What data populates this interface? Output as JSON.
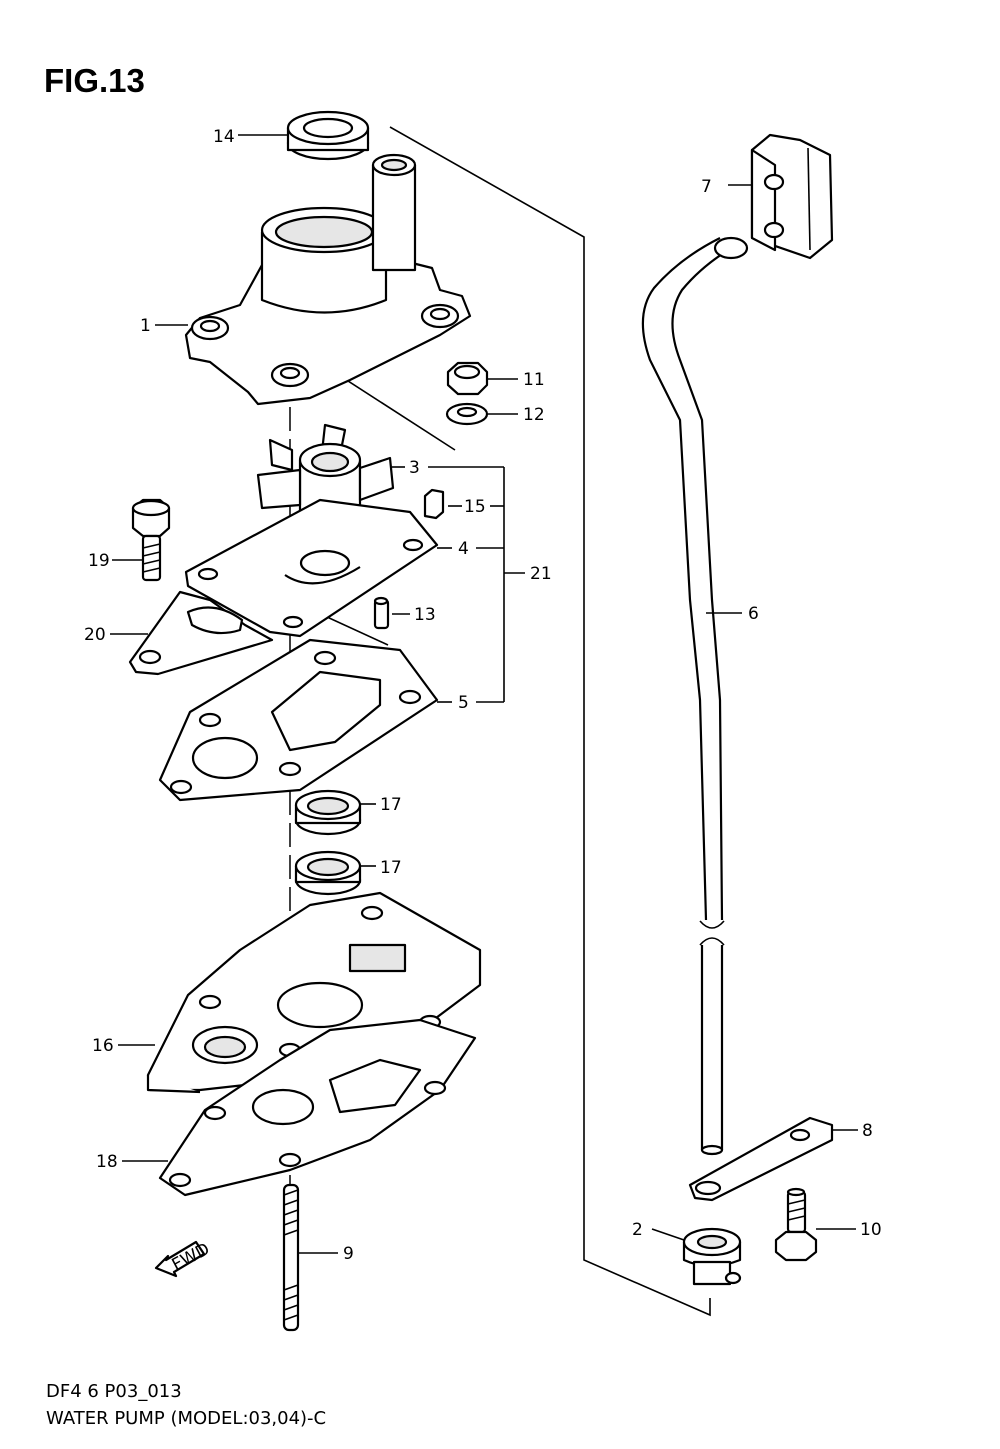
{
  "figure": {
    "title": "FIG.13",
    "code": "DF4 6 P03_013",
    "caption": "WATER PUMP (MODEL:03,04)-C",
    "fwd_label": "FWD"
  },
  "callouts": [
    "1",
    "2",
    "3",
    "4",
    "5",
    "6",
    "7",
    "8",
    "9",
    "10",
    "11",
    "12",
    "13",
    "14",
    "15",
    "16",
    "17",
    "17",
    "18",
    "19",
    "20",
    "21"
  ]
}
